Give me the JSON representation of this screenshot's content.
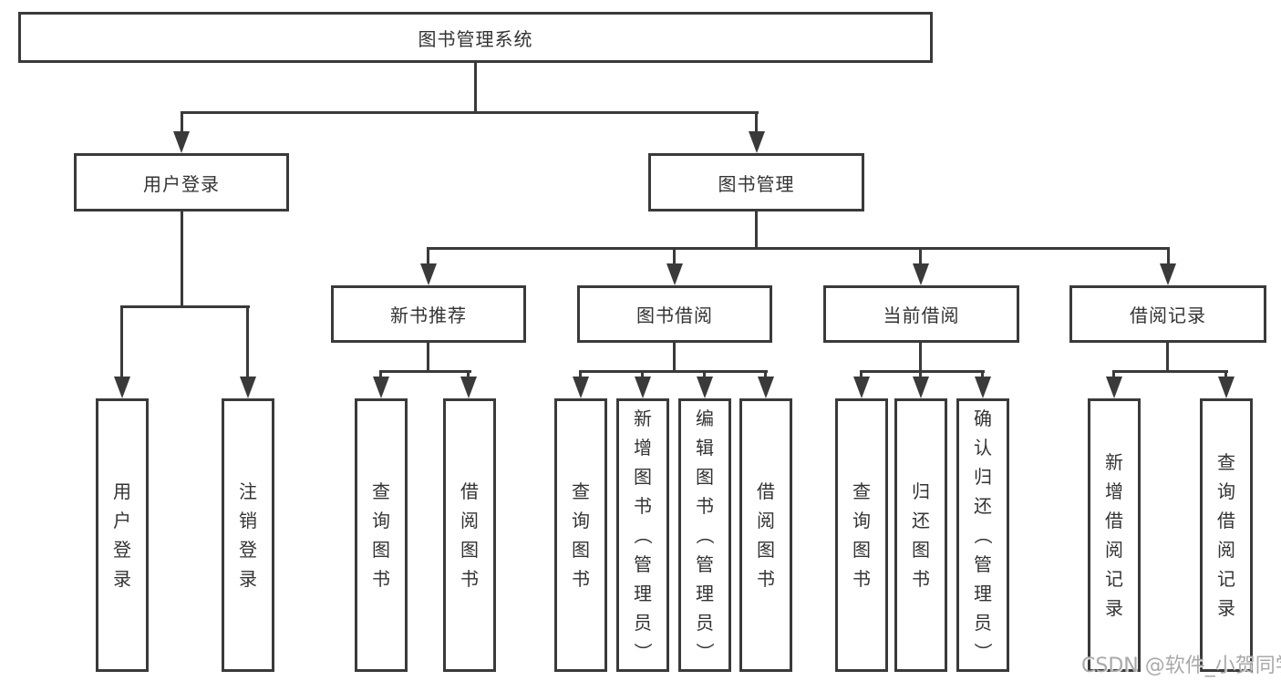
{
  "nodes": {
    "root": "图书管理系统",
    "l2": [
      "用户登录",
      "图书管理"
    ],
    "l3": [
      "新书推荐",
      "图书借阅",
      "当前借阅",
      "借阅记录"
    ],
    "l4": [
      "用户登录",
      "注销登录",
      "查询图书",
      "借阅图书",
      "查询图书",
      "新增图书（管理员）",
      "编辑图书（管理员）",
      "借阅图书",
      "查询图书",
      "归还图书",
      "确认归还（管理员）",
      "新增借阅记录",
      "查询借阅记录"
    ]
  },
  "hierarchy": {
    "图书管理系统": {
      "用户登录": [
        "用户登录",
        "注销登录"
      ],
      "图书管理": {
        "新书推荐": [
          "查询图书",
          "借阅图书"
        ],
        "图书借阅": [
          "查询图书",
          "新增图书（管理员）",
          "编辑图书（管理员）",
          "借阅图书"
        ],
        "当前借阅": [
          "查询图书",
          "归还图书",
          "确认归还（管理员）"
        ],
        "借阅记录": [
          "新增借阅记录",
          "查询借阅记录"
        ]
      }
    }
  },
  "watermark": "CSDN @软件_小贺同学",
  "colors": {
    "line": "#3a3a3a",
    "text": "#333333",
    "watermark": "#a9a9a9"
  }
}
